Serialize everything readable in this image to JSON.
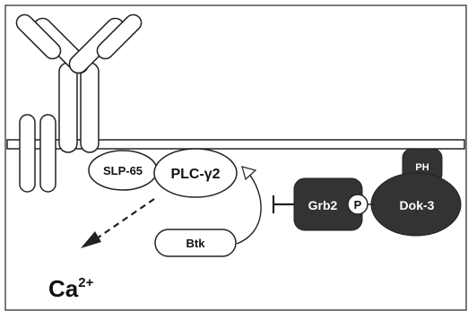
{
  "labels": {
    "slp65": "SLP-65",
    "plc_gamma_2": "PLC-γ2",
    "btk": "Btk",
    "grb2": "Grb2",
    "phospho": "P",
    "ph_domain": "PH",
    "dok3": "Dok-3",
    "calcium_base": "Ca",
    "calcium_superscript": "2+"
  },
  "colors": {
    "outline": "#222222",
    "fill_light": "#ffffff",
    "fill_dark": "#333333",
    "text_dark": "#111111",
    "text_light": "#ffffff"
  }
}
